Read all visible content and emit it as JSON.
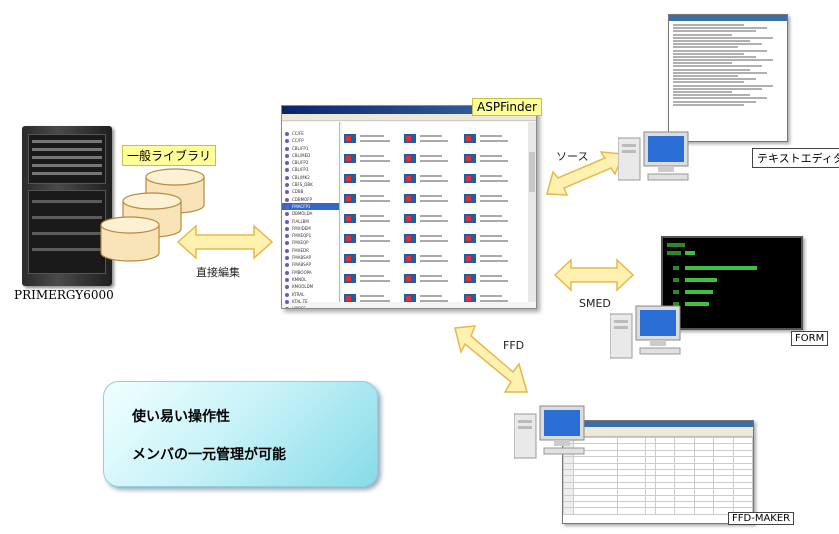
{
  "storage": {
    "library_label": "一般ライブラリ",
    "server_name": "PRIMERGY6000"
  },
  "links": {
    "direct_edit": "直接編集",
    "source": "ソース",
    "smed": "SMED",
    "ffd": "FFD"
  },
  "tools": {
    "aspfinder": "ASPFinder",
    "text_editor": "テキストエディタ",
    "form": "FORM",
    "ffd_maker": "FFD-MAKER"
  },
  "features": {
    "line1": "使い易い操作性",
    "line2": "メンバの一元管理が可能"
  },
  "colors": {
    "arrow_fill": "#fff2b0",
    "arrow_stroke": "#e6b84a",
    "callout": "#a8e8f0"
  },
  "icons": [
    "server-icon",
    "database-cylinder-icon",
    "desktop-pc-icon",
    "double-arrow-icon"
  ]
}
